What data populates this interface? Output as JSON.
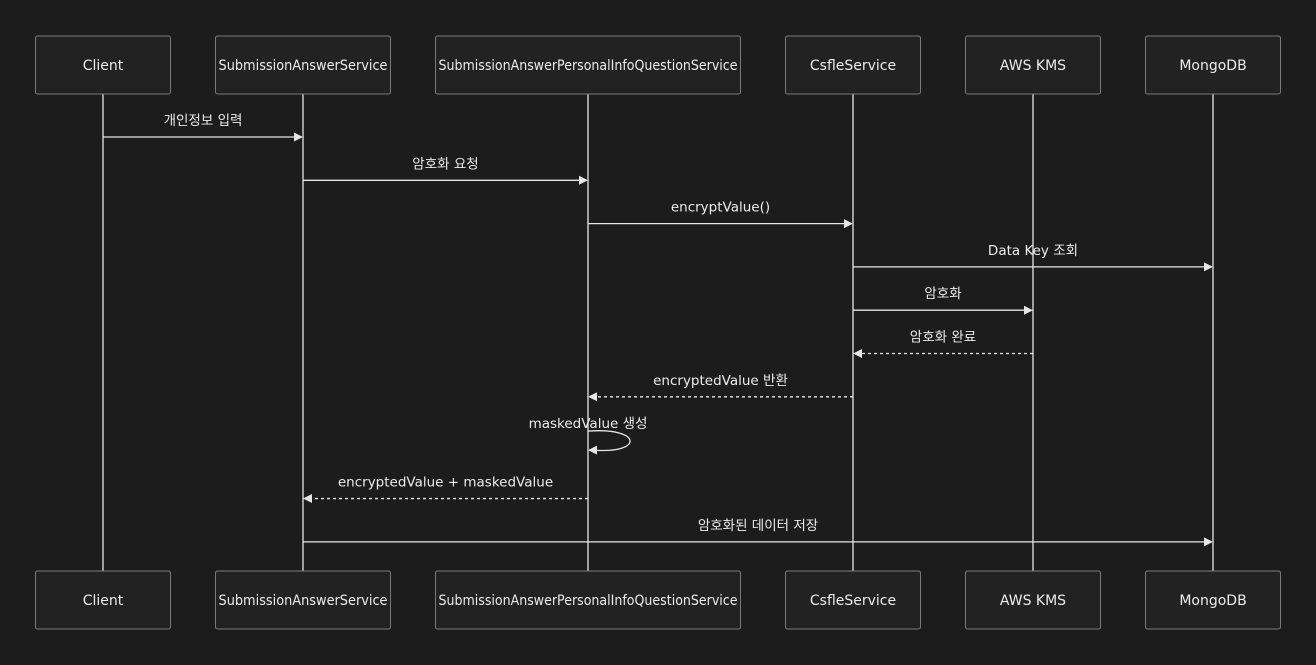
{
  "diagram": {
    "participants": [
      {
        "id": "client",
        "label": "Client"
      },
      {
        "id": "submission_answer_service",
        "label": "SubmissionAnswerService"
      },
      {
        "id": "personal_info_question_service",
        "label": "SubmissionAnswerPersonalInfoQuestionService"
      },
      {
        "id": "csfle_service",
        "label": "CsfleService"
      },
      {
        "id": "aws_kms",
        "label": "AWS KMS"
      },
      {
        "id": "mongodb",
        "label": "MongoDB"
      }
    ],
    "messages": [
      {
        "from": "client",
        "to": "submission_answer_service",
        "label": "개인정보 입력",
        "style": "solid"
      },
      {
        "from": "submission_answer_service",
        "to": "personal_info_question_service",
        "label": "암호화 요청",
        "style": "solid"
      },
      {
        "from": "personal_info_question_service",
        "to": "csfle_service",
        "label": "encryptValue()",
        "style": "solid"
      },
      {
        "from": "csfle_service",
        "to": "mongodb",
        "label": "Data Key 조회",
        "style": "solid"
      },
      {
        "from": "csfle_service",
        "to": "aws_kms",
        "label": "암호화",
        "style": "solid"
      },
      {
        "from": "aws_kms",
        "to": "csfle_service",
        "label": "암호화 완료",
        "style": "dashed"
      },
      {
        "from": "csfle_service",
        "to": "personal_info_question_service",
        "label": "encryptedValue 반환",
        "style": "dashed"
      },
      {
        "from": "personal_info_question_service",
        "to": "personal_info_question_service",
        "label": "maskedValue 생성",
        "style": "self"
      },
      {
        "from": "personal_info_question_service",
        "to": "submission_answer_service",
        "label": "encryptedValue + maskedValue",
        "style": "dashed"
      },
      {
        "from": "submission_answer_service",
        "to": "mongodb",
        "label": "암호화된 데이터 저장",
        "style": "solid"
      }
    ]
  }
}
